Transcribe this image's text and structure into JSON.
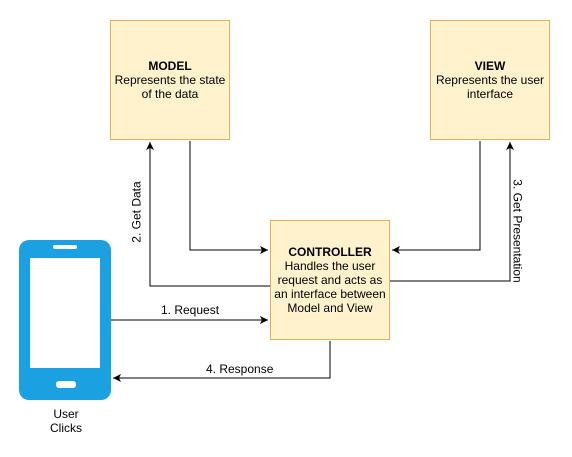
{
  "model": {
    "title": "MODEL",
    "desc_line1": "Represents the state",
    "desc_line2": "of the data"
  },
  "view": {
    "title": "VIEW",
    "desc_line1": "Represents the user",
    "desc_line2": "interface"
  },
  "controller": {
    "title": "CONTROLLER",
    "line1": "Handles the user",
    "line2": "request and acts as",
    "line3": "an interface between",
    "line4": "Model and View"
  },
  "user": {
    "line1": "User",
    "line2": "Clicks"
  },
  "edges": {
    "request": "1. Request",
    "get_data": "2. Get Data",
    "get_presentation": "3. Get Presentation",
    "response": "4. Response"
  },
  "colors": {
    "box_fill": "#fff2cc",
    "box_border": "#d6b656",
    "phone": "#1ba1e2"
  }
}
